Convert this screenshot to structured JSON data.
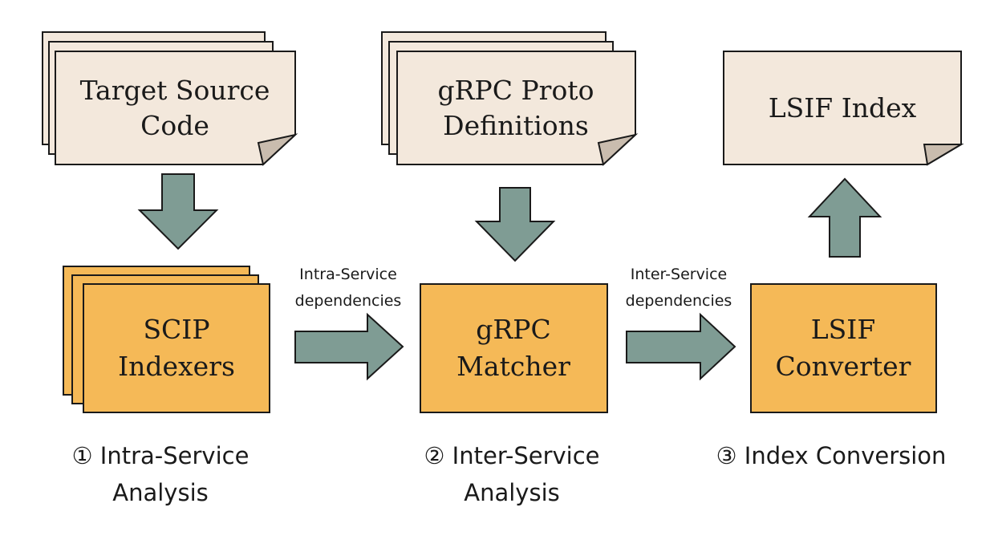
{
  "documents": {
    "source_code": {
      "line1": "Target Source",
      "line2": "Code"
    },
    "proto_defs": {
      "line1": "gRPC Proto",
      "line2": "Definitions"
    },
    "lsif_index": {
      "line1": "LSIF Index"
    }
  },
  "processes": {
    "scip": {
      "line1": "SCIP",
      "line2": "Indexers"
    },
    "matcher": {
      "line1": "gRPC",
      "line2": "Matcher"
    },
    "converter": {
      "line1": "LSIF",
      "line2": "Converter"
    }
  },
  "edge_labels": {
    "intra": {
      "line1": "Intra-Service",
      "line2": "dependencies"
    },
    "inter": {
      "line1": "Inter-Service",
      "line2": "dependencies"
    }
  },
  "stages": {
    "stage1": {
      "line1": "① Intra-Service",
      "line2": "Analysis"
    },
    "stage2": {
      "line1": "② Inter-Service",
      "line2": "Analysis"
    },
    "stage3": {
      "line1": "③ Index Conversion"
    }
  },
  "colors": {
    "document_fill": "#f3e8dc",
    "document_fold": "#c9bcae",
    "process_fill": "#f5b957",
    "arrow_fill": "#7f9c94",
    "stroke": "#1a1a1a"
  }
}
